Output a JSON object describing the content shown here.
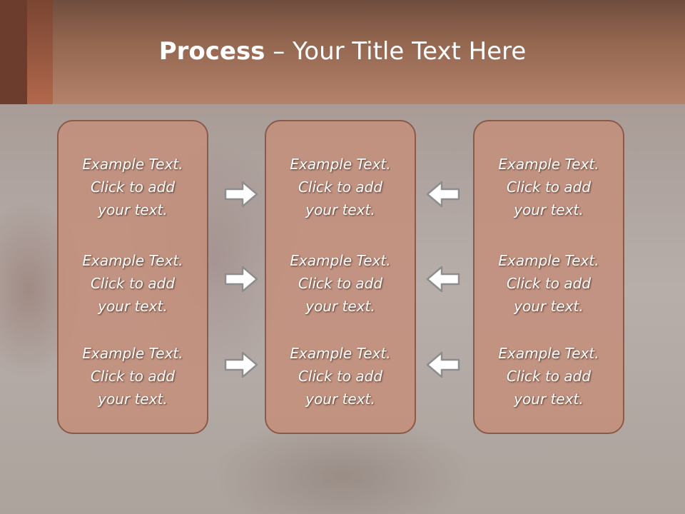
{
  "title": {
    "bold": "Process",
    "rest": " – Your Title Text Here"
  },
  "columns": [
    {
      "items": [
        {
          "lines": [
            "Example Text.",
            "Click  to add",
            "your text."
          ]
        },
        {
          "lines": [
            "Example Text.",
            "Click  to add",
            "your text."
          ]
        },
        {
          "lines": [
            "Example Text.",
            "Click  to add",
            "your text."
          ]
        }
      ]
    },
    {
      "items": [
        {
          "lines": [
            "Example Text.",
            "Click  to add",
            "your text."
          ]
        },
        {
          "lines": [
            "Example Text.",
            "Click  to add",
            "your text."
          ]
        },
        {
          "lines": [
            "Example Text.",
            "Click  to add",
            "your text."
          ]
        }
      ]
    },
    {
      "items": [
        {
          "lines": [
            "Example Text.",
            "Click  to add",
            "your text."
          ]
        },
        {
          "lines": [
            "Example Text.",
            "Click  to add",
            "your text."
          ]
        },
        {
          "lines": [
            "Example Text.",
            "Click  to add",
            "your text."
          ]
        }
      ]
    }
  ],
  "arrows": {
    "left_to_center": {
      "icon": "arrow-right-icon",
      "count": 3
    },
    "right_to_center": {
      "icon": "arrow-left-icon",
      "count": 3
    }
  },
  "colors": {
    "header": "#b4826a",
    "box_fill": "#c4907c",
    "box_border": "#8a5a4a",
    "arrow_fill": "#ffffff",
    "arrow_stroke": "#8d8d8d"
  }
}
